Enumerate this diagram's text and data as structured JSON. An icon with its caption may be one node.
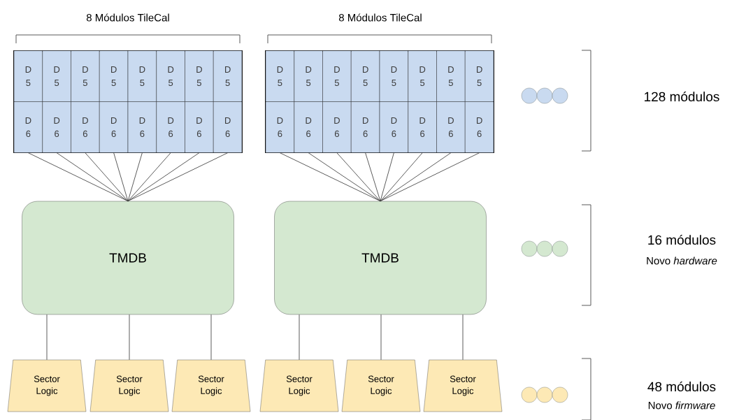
{
  "diagram": {
    "nodes": [
      {
        "text": [
          "D 5"
        ]
      },
      {
        "text": [
          "D 5"
        ]
      },
      {
        "text": [
          "D 5"
        ]
      },
      {
        "text": [
          "D 5"
        ]
      },
      {
        "text": [
          "D 5"
        ]
      },
      {
        "text": [
          "D 5"
        ]
      },
      {
        "text": [
          "D 5"
        ]
      },
      {
        "text": [
          "D 5"
        ]
      },
      {
        "text": [
          "D 6"
        ]
      },
      {
        "text": [
          "D 6"
        ]
      },
      {
        "text": [
          "D 6"
        ]
      },
      {
        "text": [
          "D 6"
        ]
      },
      {
        "text": [
          "D 6"
        ]
      },
      {
        "text": [
          "D 6"
        ]
      },
      {
        "text": [
          "D 6"
        ]
      },
      {
        "text": [
          "D 6"
        ]
      },
      {
        "text": [
          "D 5"
        ]
      },
      {
        "text": [
          "D 5"
        ]
      },
      {
        "text": [
          "D 5"
        ]
      },
      {
        "text": [
          "D 5"
        ]
      },
      {
        "text": [
          "D 5"
        ]
      },
      {
        "text": [
          "D 5"
        ]
      },
      {
        "text": [
          "D 5"
        ]
      },
      {
        "text": [
          "D 5"
        ]
      },
      {
        "text": [
          "D 6"
        ]
      },
      {
        "text": [
          "D 6"
        ]
      },
      {
        "text": [
          "D 6"
        ]
      },
      {
        "text": [
          "D 6"
        ]
      },
      {
        "text": [
          "D 6"
        ]
      },
      {
        "text": [
          "D 6"
        ]
      },
      {
        "text": [
          "D 6"
        ]
      },
      {
        "text": [
          "D 6"
        ]
      },
      {
        "text": [
          "TMDB"
        ]
      },
      {
        "text": [
          "TMDB"
        ]
      },
      {
        "text": [
          "Sector Logic"
        ]
      },
      {
        "text": [
          "Sector Logic"
        ]
      },
      {
        "text": [
          "Sector Logic"
        ]
      },
      {
        "text": [
          "Sector Logic"
        ]
      },
      {
        "text": [
          "Sector Logic"
        ]
      },
      {
        "text": [
          "Sector Logic"
        ]
      }
    ],
    "edges": [
      {
        "from": 8,
        "to": 32,
        "arrow": "none"
      },
      {
        "from": 9,
        "to": 32,
        "arrow": "none"
      },
      {
        "from": 10,
        "to": 32,
        "arrow": "none"
      },
      {
        "from": 11,
        "to": 32,
        "arrow": "none"
      },
      {
        "from": 12,
        "to": 32,
        "arrow": "none"
      },
      {
        "from": 13,
        "to": 32,
        "arrow": "none"
      },
      {
        "from": 14,
        "to": 32,
        "arrow": "none"
      },
      {
        "from": 15,
        "to": 32,
        "arrow": "none"
      },
      {
        "from": 24,
        "to": 33,
        "arrow": "none"
      },
      {
        "from": 25,
        "to": 33,
        "arrow": "none"
      },
      {
        "from": 26,
        "to": 33,
        "arrow": "none"
      },
      {
        "from": 27,
        "to": 33,
        "arrow": "none"
      },
      {
        "from": 28,
        "to": 33,
        "arrow": "none"
      },
      {
        "from": 29,
        "to": 33,
        "arrow": "none"
      },
      {
        "from": 30,
        "to": 33,
        "arrow": "none"
      },
      {
        "from": 31,
        "to": 33,
        "arrow": "none"
      },
      {
        "from": 32,
        "to": 34,
        "arrow": "none"
      },
      {
        "from": 32,
        "to": 35,
        "arrow": "none"
      },
      {
        "from": 32,
        "to": 36,
        "arrow": "none"
      },
      {
        "from": 33,
        "to": 37,
        "arrow": "none"
      },
      {
        "from": 33,
        "to": 38,
        "arrow": "none"
      },
      {
        "from": 33,
        "to": 39,
        "arrow": "none"
      }
    ],
    "labels": [
      "8 Módulos TileCal",
      "8 Módulos TileCal",
      "128 módulos",
      "16 módulos",
      "Novo *hardware*",
      "48 módulos",
      "Novo *firmware*"
    ]
  }
}
